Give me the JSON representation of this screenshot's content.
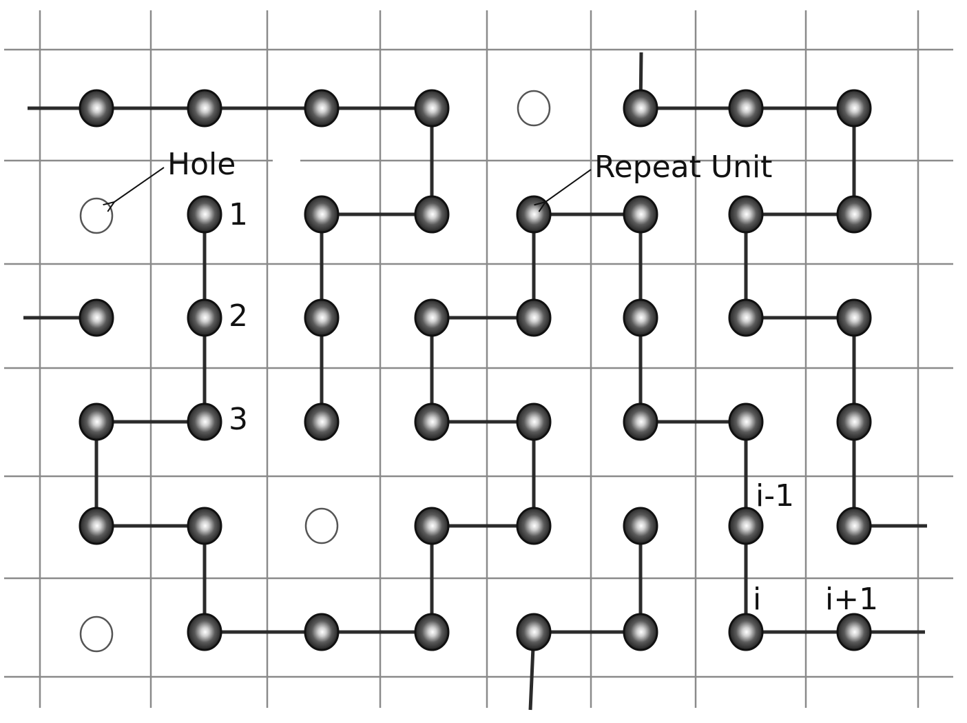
{
  "labels": {
    "hole": "Hole",
    "repeat_unit": "Repeat Unit",
    "num_1": "1",
    "num_2": "2",
    "num_3": "3",
    "i_minus_1": "i-1",
    "i": "i",
    "i_plus_1": "i+1"
  },
  "colors": {
    "grid": "#8a8a8a",
    "bond": "#2b2b2b",
    "monomer": "#111111",
    "hole": "#555555"
  }
}
